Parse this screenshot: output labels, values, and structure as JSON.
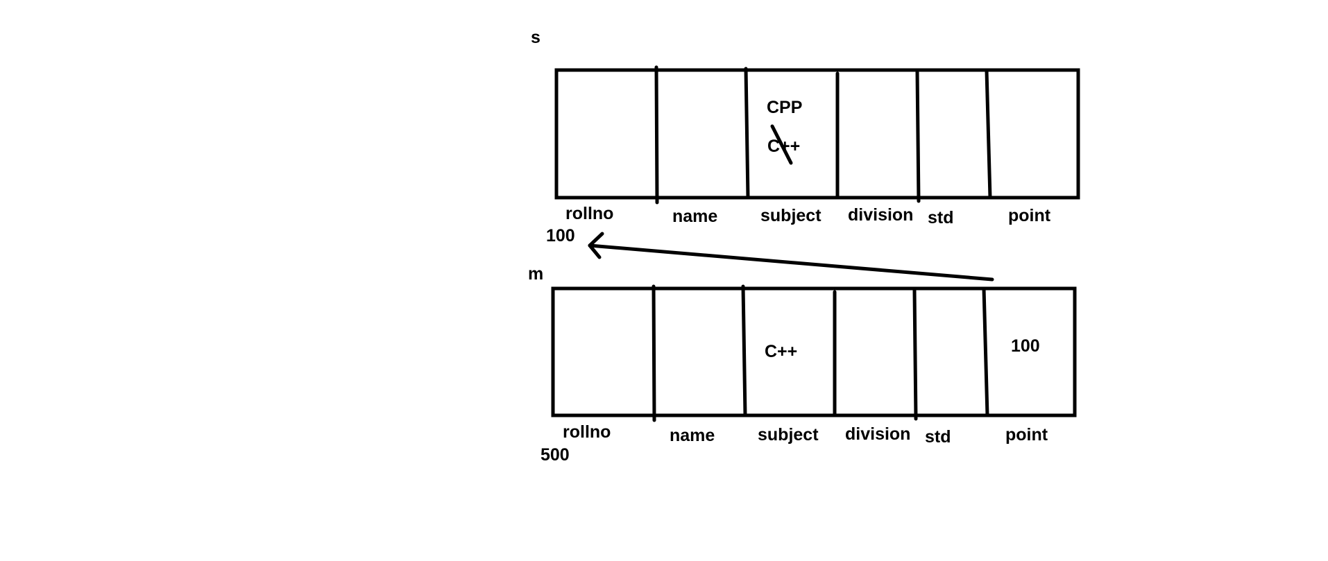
{
  "diagram": {
    "object_s": {
      "name": "s",
      "fields": [
        "rollno",
        "name",
        "subject",
        "division",
        "std",
        "point"
      ],
      "address": "100",
      "subject_old_value": "CPP",
      "subject_value": "C++"
    },
    "object_m": {
      "name": "m",
      "fields": [
        "rollno",
        "name",
        "subject",
        "division",
        "std",
        "point"
      ],
      "address": "500",
      "subject_value": "C++",
      "point_value": "100"
    }
  }
}
